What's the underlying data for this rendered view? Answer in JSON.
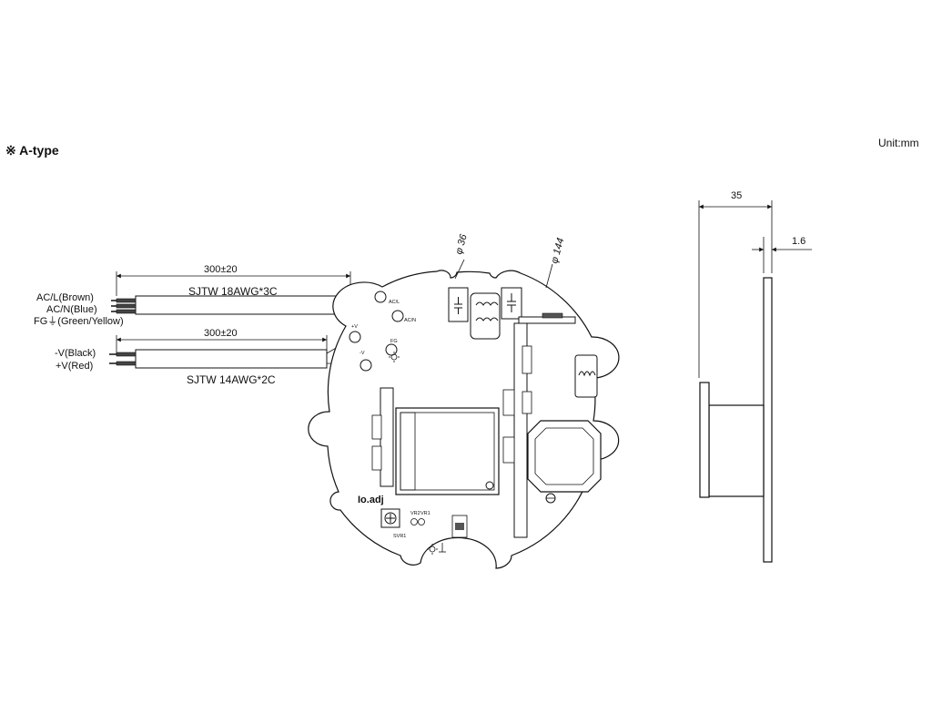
{
  "header": {
    "type_title": "※ A-type",
    "unit": "Unit:mm"
  },
  "wires": {
    "ac": {
      "length": "300±20",
      "spec": "SJTW 18AWG*3C",
      "labels": [
        "AC/L(Brown)",
        "AC/N(Blue)",
        "FG⏚(Green/Yellow)"
      ]
    },
    "dc": {
      "length": "300±20",
      "spec": "SJTW 14AWG*2C",
      "labels": [
        "-V(Black)",
        "+V(Red)"
      ]
    }
  },
  "board": {
    "diameter_inner": "φ 36",
    "diameter_outer": "φ 144",
    "terminals": [
      "AC/L",
      "AC/N",
      "FG",
      "+V",
      "-V"
    ],
    "io_adj": "Io.adj",
    "vr_labels": [
      "VR2",
      "VR1"
    ],
    "svr": "SVR1"
  },
  "side_view": {
    "thickness": "35",
    "board_thickness": "1.6"
  },
  "colors": {
    "line": "#111111",
    "background": "#ffffff"
  }
}
